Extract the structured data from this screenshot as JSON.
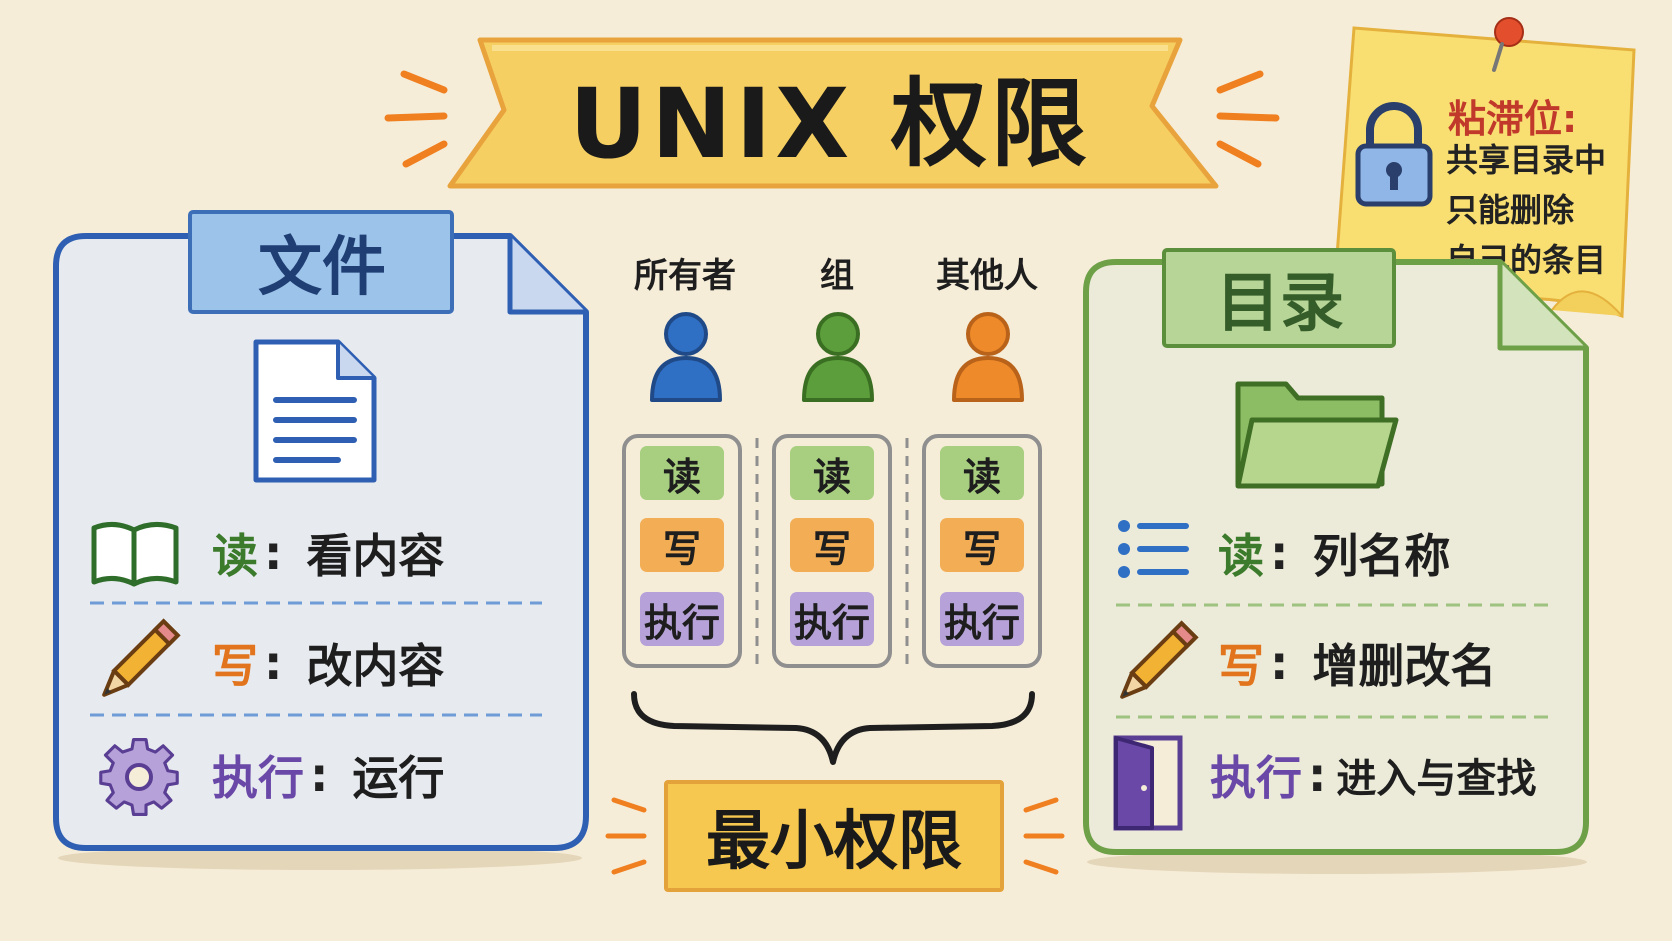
{
  "title": "UNIX 权限",
  "sticky": {
    "title": "粘滞位:",
    "lines": [
      "共享目录中",
      "只能删除",
      "自己的条目"
    ]
  },
  "file_panel": {
    "label": "文件",
    "rows": [
      {
        "key": "读",
        "sep": ":",
        "desc": "看内容"
      },
      {
        "key": "写",
        "sep": ":",
        "desc": "改内容"
      },
      {
        "key": "执行",
        "sep": ":",
        "desc": "运行"
      }
    ]
  },
  "dir_panel": {
    "label": "目录",
    "rows": [
      {
        "key": "读",
        "sep": ":",
        "desc": "列名称"
      },
      {
        "key": "写",
        "sep": ":",
        "desc": "增删改名"
      },
      {
        "key": "执行",
        "sep": ":",
        "desc": "进入与查找"
      }
    ]
  },
  "roles": [
    {
      "label": "所有者",
      "color": "#2f6fc4"
    },
    {
      "label": "组",
      "color": "#5c9e3b"
    },
    {
      "label": "其他人",
      "color": "#ef8a2a"
    }
  ],
  "perm_badges": [
    "读",
    "写",
    "执行"
  ],
  "least_privilege": "最小权限",
  "colors": {
    "file_blue": "#2f5fb3",
    "dir_green": "#6ea048",
    "read_green": "#3c7a2c",
    "write_orange": "#e1741c",
    "exec_purple": "#6a48a8",
    "sticky_yellow": "#f9df72",
    "banner_yellow": "#f6cf62"
  }
}
